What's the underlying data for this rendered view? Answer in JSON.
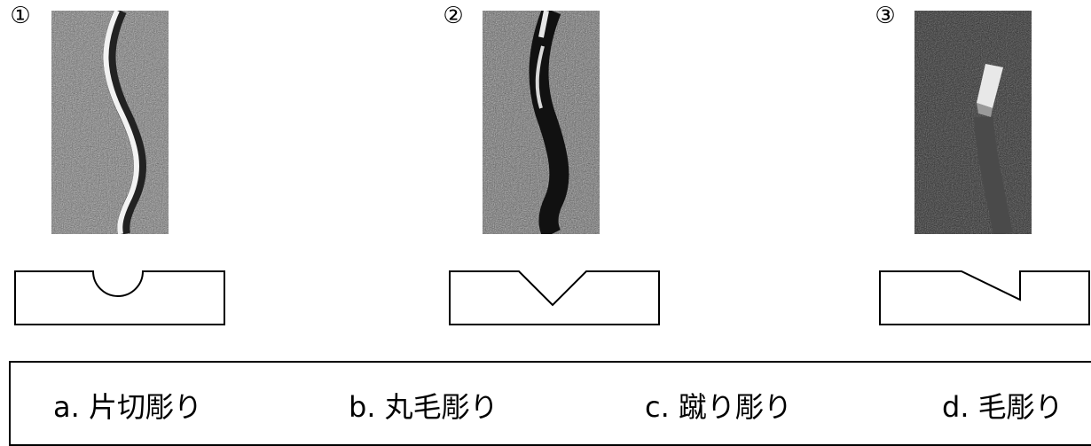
{
  "items": [
    {
      "marker": "①",
      "photo": "shallow-round-line-engraving",
      "cross_section": "rounded-groove"
    },
    {
      "marker": "②",
      "photo": "v-groove-line-engraving",
      "cross_section": "v-groove"
    },
    {
      "marker": "③",
      "photo": "angled-one-side-engraving",
      "cross_section": "slanted-notch"
    }
  ],
  "options": [
    {
      "label": "a. 片切彫り"
    },
    {
      "label": "b. 丸毛彫り"
    },
    {
      "label": "c. 蹴り彫り"
    },
    {
      "label": "d. 毛彫り"
    }
  ]
}
